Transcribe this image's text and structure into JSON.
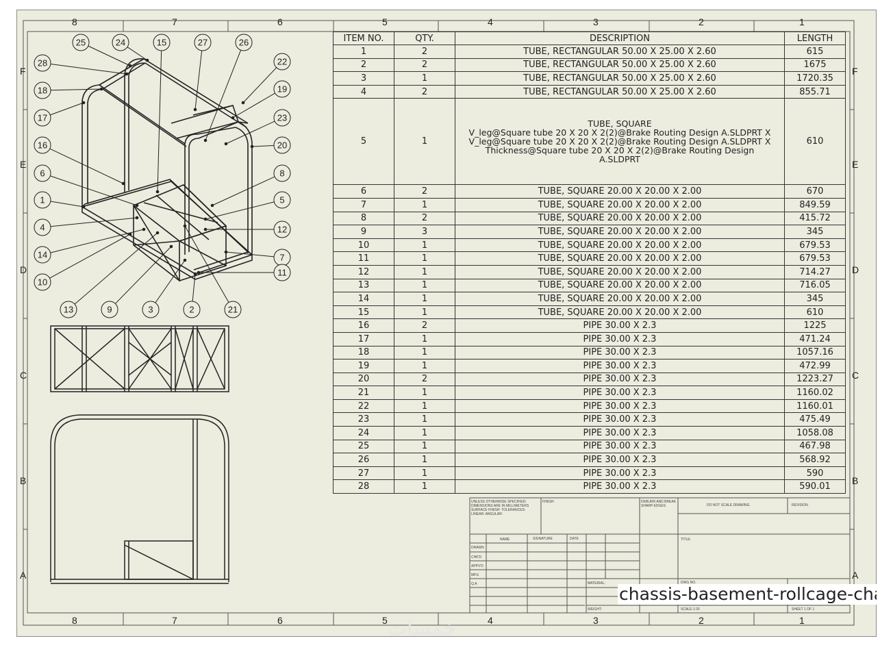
{
  "sheet": {
    "zones_columns": [
      "8",
      "7",
      "6",
      "5",
      "4",
      "3",
      "2",
      "1"
    ],
    "zones_rows": [
      "F",
      "E",
      "D",
      "C",
      "B",
      "A"
    ]
  },
  "bom": {
    "headers": [
      "ITEM NO.",
      "QTY.",
      "DESCRIPTION",
      "LENGTH"
    ],
    "rows": [
      {
        "item": "1",
        "qty": "2",
        "desc": "TUBE, RECTANGULAR 50.00 X 25.00 X 2.60",
        "length": "615"
      },
      {
        "item": "2",
        "qty": "2",
        "desc": "TUBE, RECTANGULAR 50.00 X 25.00 X 2.60",
        "length": "1675"
      },
      {
        "item": "3",
        "qty": "1",
        "desc": "TUBE, RECTANGULAR 50.00 X 25.00 X 2.60",
        "length": "1720.35"
      },
      {
        "item": "4",
        "qty": "2",
        "desc": "TUBE, RECTANGULAR 50.00 X 25.00 X 2.60",
        "length": "855.71"
      },
      {
        "item": "5",
        "qty": "1",
        "desc_lines": [
          "TUBE, SQUARE",
          "V_leg@Square tube 20 X 20 X 2(2)@Brake Routing Design A.SLDPRT X",
          "V_leg@Square tube 20 X 20 X 2(2)@Brake Routing Design A.SLDPRT X",
          "Thickness@Square tube 20 X 20 X 2(2)@Brake Routing Design",
          "A.SLDPRT"
        ],
        "length": "610"
      },
      {
        "item": "6",
        "qty": "2",
        "desc": "TUBE, SQUARE 20.00 X 20.00 X 2.00",
        "length": "670"
      },
      {
        "item": "7",
        "qty": "1",
        "desc": "TUBE, SQUARE 20.00 X 20.00 X 2.00",
        "length": "849.59"
      },
      {
        "item": "8",
        "qty": "2",
        "desc": "TUBE, SQUARE 20.00 X 20.00 X 2.00",
        "length": "415.72"
      },
      {
        "item": "9",
        "qty": "3",
        "desc": "TUBE, SQUARE 20.00 X 20.00 X 2.00",
        "length": "345"
      },
      {
        "item": "10",
        "qty": "1",
        "desc": "TUBE, SQUARE 20.00 X 20.00 X 2.00",
        "length": "679.53"
      },
      {
        "item": "11",
        "qty": "1",
        "desc": "TUBE, SQUARE 20.00 X 20.00 X 2.00",
        "length": "679.53"
      },
      {
        "item": "12",
        "qty": "1",
        "desc": "TUBE, SQUARE 20.00 X 20.00 X 2.00",
        "length": "714.27"
      },
      {
        "item": "13",
        "qty": "1",
        "desc": "TUBE, SQUARE 20.00 X 20.00 X 2.00",
        "length": "716.05"
      },
      {
        "item": "14",
        "qty": "1",
        "desc": "TUBE, SQUARE 20.00 X 20.00 X 2.00",
        "length": "345"
      },
      {
        "item": "15",
        "qty": "1",
        "desc": "TUBE, SQUARE 20.00 X 20.00 X 2.00",
        "length": "610"
      },
      {
        "item": "16",
        "qty": "2",
        "desc": "PIPE 30.00 X 2.3",
        "length": "1225"
      },
      {
        "item": "17",
        "qty": "1",
        "desc": "PIPE 30.00 X 2.3",
        "length": "471.24"
      },
      {
        "item": "18",
        "qty": "1",
        "desc": "PIPE 30.00 X 2.3",
        "length": "1057.16"
      },
      {
        "item": "19",
        "qty": "1",
        "desc": "PIPE 30.00 X 2.3",
        "length": "472.99"
      },
      {
        "item": "20",
        "qty": "2",
        "desc": "PIPE 30.00 X 2.3",
        "length": "1223.27"
      },
      {
        "item": "21",
        "qty": "1",
        "desc": "PIPE 30.00 X 2.3",
        "length": "1160.02"
      },
      {
        "item": "22",
        "qty": "1",
        "desc": "PIPE 30.00 X 2.3",
        "length": "1160.01"
      },
      {
        "item": "23",
        "qty": "1",
        "desc": "PIPE 30.00 X 2.3",
        "length": "475.49"
      },
      {
        "item": "24",
        "qty": "1",
        "desc": "PIPE 30.00 X 2.3",
        "length": "1058.08"
      },
      {
        "item": "25",
        "qty": "1",
        "desc": "PIPE 30.00 X 2.3",
        "length": "467.98"
      },
      {
        "item": "26",
        "qty": "1",
        "desc": "PIPE 30.00 X 2.3",
        "length": "568.92"
      },
      {
        "item": "27",
        "qty": "1",
        "desc": "PIPE 30.00 X 2.3",
        "length": "590"
      },
      {
        "item": "28",
        "qty": "1",
        "desc": "PIPE 30.00 X 2.3",
        "length": "590.01"
      }
    ]
  },
  "balloons": [
    "25",
    "24",
    "15",
    "27",
    "26",
    "28",
    "22",
    "18",
    "19",
    "17",
    "23",
    "16",
    "20",
    "6",
    "8",
    "1",
    "5",
    "4",
    "12",
    "14",
    "7",
    "10",
    "11",
    "13",
    "9",
    "3",
    "2",
    "21"
  ],
  "title_block": {
    "general_note": "UNLESS OTHERWISE SPECIFIED: DIMENSIONS ARE IN MILLIMETERS SURFACE FINISH: TOLERANCES: LINEAR: ANGULAR:",
    "finish": "FINISH:",
    "deburr": "DEBURR AND BREAK SHARP EDGES",
    "do_not_scale": "DO NOT SCALE DRAWING",
    "revision": "REVISION",
    "name": "NAME",
    "signature": "SIGNATURE",
    "date": "DATE",
    "title": "TITLE:",
    "drawn": "DRAWN",
    "chkd": "CHK'D",
    "appvd": "APPV'D",
    "mfg": "MFG",
    "qa": "Q.A",
    "material": "MATERIAL:",
    "dwg_no": "DWG NO.",
    "weight": "WEIGHT:",
    "scale": "SCALE:1:20",
    "sheet": "SHEET 1 OF 1",
    "size": "A3"
  },
  "filename": "chassis-basement-rollcage-cha",
  "watermark": "خمسات"
}
